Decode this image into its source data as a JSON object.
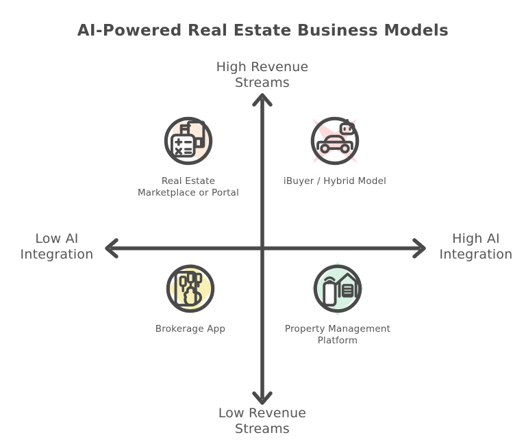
{
  "title": "AI-Powered Real Estate Business Models",
  "axis": {
    "top": "High Revenue\nStreams",
    "bottom": "Low Revenue\nStreams",
    "left": "Low AI\nIntegration",
    "right": "High AI\nIntegration"
  },
  "colors": {
    "ink": "#4a4a4a",
    "label_text": "#555555"
  },
  "quadrants": [
    {
      "position": "top-left",
      "label": "Real Estate\nMarketplace or Portal",
      "icon": "calculator-document-icon",
      "accent": "#fcebdd"
    },
    {
      "position": "top-right",
      "label": "iBuyer / Hybrid Model",
      "icon": "robot-car-icon",
      "accent": "#fadbdb"
    },
    {
      "position": "bottom-left",
      "label": "Brokerage App",
      "icon": "trading-app-hand-icon",
      "accent": "#f7efb5"
    },
    {
      "position": "bottom-right",
      "label": "Property Management\nPlatform",
      "icon": "smartphone-house-icon",
      "accent": "#d7f2e3"
    }
  ]
}
